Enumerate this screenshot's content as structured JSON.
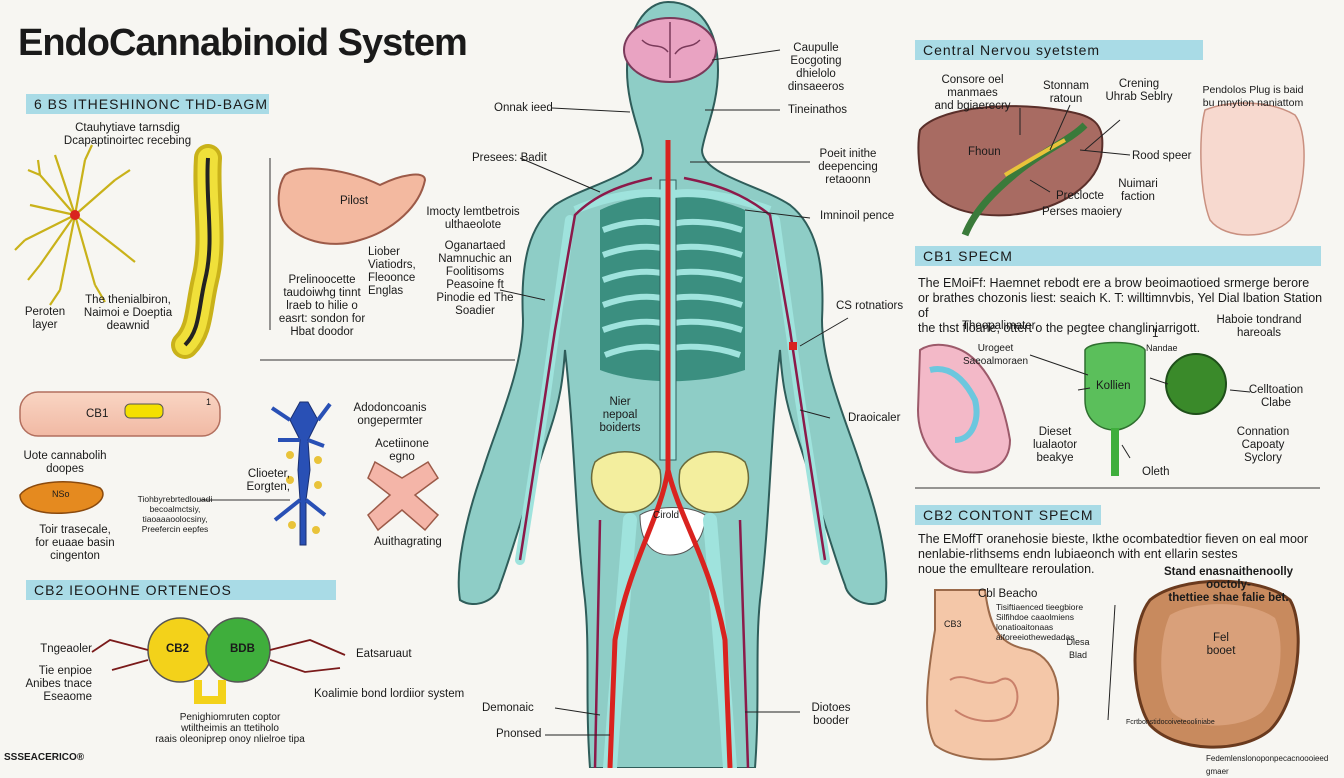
{
  "title": "EndoCannabinoid System",
  "colors": {
    "body": "#8ecdc6",
    "body_stroke": "#2f5d5a",
    "bone": "#9fe3dd",
    "ribs_dark": "#2f7a6d",
    "artery": "#d9231f",
    "vein": "#8b1a4a",
    "brain": "#e9a3c2",
    "yellow_organ": "#f3ee9e",
    "band": "#a9dbe6",
    "cb2_yellow": "#f3d21a",
    "cb2_green": "#3fae3c"
  },
  "left": {
    "header": "6 BS ITHESHINONC THD-BAGM",
    "neuron_caption": "Ctauhytiave tarnsdig\nDcapaptinoirtec recebing",
    "spine_label": "The thenialbiron,\nNaimoi e Doeptia\ndeawnid",
    "pereoten": "Peroten\nlayer",
    "organ_text": "Pilost",
    "liber": "Liober\nViatiodrs,\nFleoonce\nEnglas",
    "prelinocette": "Prelinoocette\ntaudoiwhg tinnt\nlraeb to hilie o\neasrt: sondon for\nHbat doodor",
    "dunno_block": "Imocty lemtbetrois\nulthaeolote",
    "tissue_label": "CB1",
    "tissue_small": "1",
    "ute": "Uote cannabolih\ndoopes",
    "small_organ": "NSo",
    "toir": "Toir trasecale,\nfor euaae basin\ncingenton",
    "tiny1": "Tiohbyrebrtedlouadi\nbecoalmctsiy,\ntiaoaaaoolocsiny,\nPreefercin eepfes",
    "adoid": "Adodoncoanis\nongepermter",
    "acetine": "Acetiinone\negno",
    "cliseter": "Clioeter,\nEorgten,",
    "automat": "Auithagrating",
    "cb2_header": "CB2 IEOOHNE ORTENEOS",
    "cb2_left": "CB2",
    "cb2_right": "BDB",
    "cb2_labels": [
      "Tngeaoler",
      "Tie enpioe\nAnibes tnace",
      "Eseaome"
    ],
    "eatsaruet": "Eatsaruaut",
    "koalime": "Koalimie bond lordiior system",
    "penigh": "Penighiomruten coptor\nwtiltheimis an ttetiholo\nraais oleoniprep onoy nlielroe tipa",
    "logo": "SSSEACERICO®"
  },
  "center": {
    "labels": {
      "caupulle": "Caupulle\nEocgoting\ndhielolo\ndinsaeeros",
      "onnak": "Onnak ieed",
      "tineinathos": "Tineinathos",
      "presses": "Presees: Badit",
      "poeit": "Poeit inithe\ndeepencing\nretaoonn",
      "imninoil": "Imninoil pence",
      "oganartd": "Oganartaed\nNamnuchic an\nFoolitisoms\nPeasoine ft\nPinodie ed The\nSoadier",
      "cs": "CS  rotnatiors",
      "nier": "Nier\nnepoal\nboiderts",
      "draoicaler": "Draoicaler",
      "ciroid": "Cirold",
      "demonaic": "Demonaic",
      "pnonsed": "Pnonsed",
      "diotes": "Diotoes\nbooder"
    }
  },
  "right": {
    "cns_header": "Central Nervou syetstem",
    "conscrte": "Consore oel manmaes\nand bgiaerecry",
    "stonnam": "Stonnam\nratoun",
    "crening": "Crening\nUhrab Seblry",
    "pendo": "Pendolos Plug is baid\nbu mnytion naniattom",
    "fhoun": "Fhoun",
    "rood": "Rood speer",
    "preclocte": "Preclocte",
    "nuimari": "Nuimari\nfaction",
    "perses": "Perses maoiery",
    "cb1_header": "CB1  SPECM",
    "cb1_text": "The EMoiFf: Haemnet rebodt ere a brow beoimaotioed srmerge berore\nor brathes chozonis liest: seaich K. T: willtimnvbis, Yel Dial lbation Station of\nthe thst floarie, ottert o the pegtee changliniarrigott.",
    "theopal": "Theopalimater",
    "urogeet": "Urogeet\nSaeoalmoraen",
    "one": "1",
    "nan": "Nandae",
    "haboie": "Haboie tondrand\nhareoals",
    "koll": "Kollien",
    "celleation": "Celltoation\nClabe",
    "dieset": "Dieset\nlualaotor\nbeakye",
    "oleth": "Oleth",
    "contation": "Connation\nCapoaty\nSyclory",
    "cb2_header": "CB2  CONTONT SPECM",
    "cb2_text": "The EMoffT oranehosie bieste, Ikthe ocombatedtior fieven on eal moor\nnenlabie-rlithsems endn lubiaeonch with ent ellarin sestes\nnoue the emullteare reroulation.",
    "stand": "Stand enasnaithenoolly ooctoly-\nthettiee shae falie bet.",
    "cb_beacho": "Cbl Beacho",
    "cb_small": "CB3",
    "cb_tiny": "Tisiftiaenced tieegbiore\nSilfihdoe caaolmiens\nlonatioaitonaas\naiforeeiothewedadas",
    "dlesa": "Dlesa\nBlad",
    "fel": "Fel\nbooet",
    "fr_small": "Fcrtbonstidocoiveteooliniabe",
    "fr_foot": "Fedemlenslonoponpecacnoooieed gmaer"
  }
}
